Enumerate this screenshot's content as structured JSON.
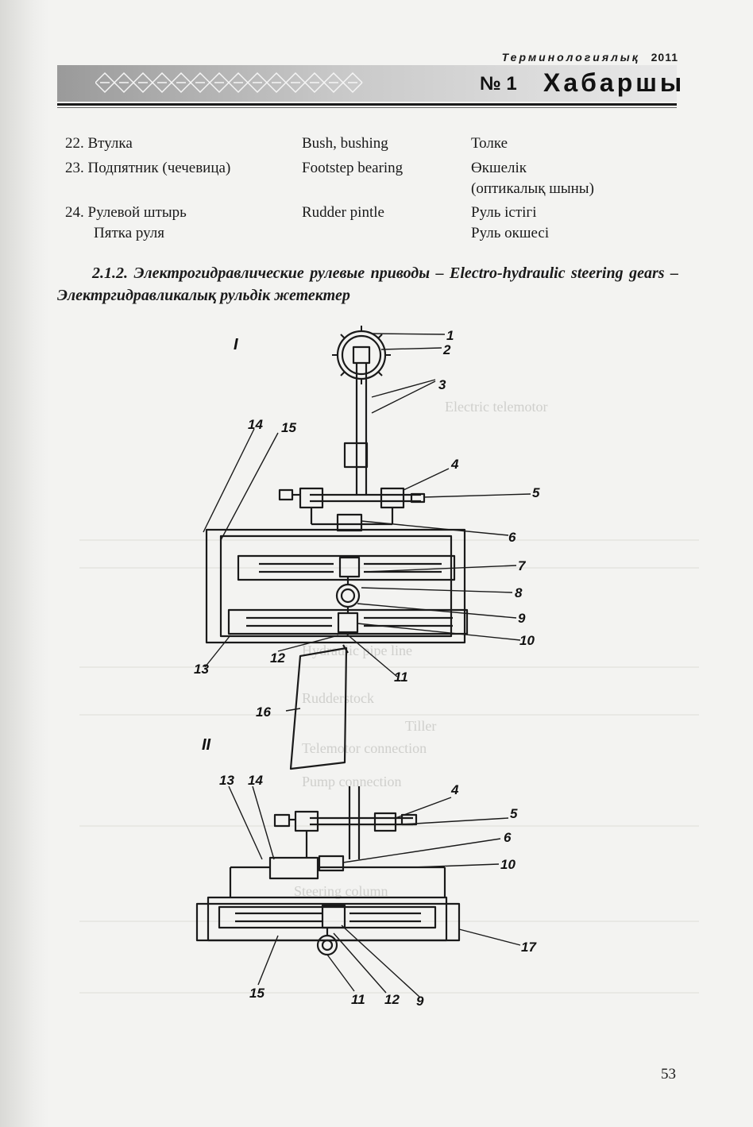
{
  "header": {
    "journal_name": "Терминологиялық",
    "year": "2011",
    "issue": "№ 1",
    "title": "Хабаршы"
  },
  "terms": [
    {
      "ru": "22. Втулка",
      "en": "Bush, bushing",
      "kz": "Толке"
    },
    {
      "ru": "23. Подпятник (чечевица)",
      "en": "Footstep bearing",
      "kz": "Өкшелік",
      "kz2": "(оптикалық шыны)"
    },
    {
      "ru": "24. Рулевой штырь",
      "ru2": "Пятка руля",
      "en": "Rudder pintle",
      "kz": "Руль істігі",
      "kz2": "Руль окшесі"
    }
  ],
  "section_title": "2.1.2. Электрогидравлические рулевые приводы – Electro-hydraulic steering gears – Электргидравликалық рульдік жетектер",
  "diagram": {
    "fig_labels": [
      "I",
      "II"
    ],
    "callouts_top": [
      "1",
      "2",
      "3",
      "14",
      "15",
      "4",
      "5",
      "6",
      "7",
      "8",
      "9",
      "10",
      "11",
      "12",
      "13",
      "16"
    ],
    "callouts_bottom": [
      "13",
      "14",
      "4",
      "5",
      "6",
      "10",
      "17",
      "15",
      "11",
      "12",
      "9"
    ]
  },
  "background_ghost_text": [
    "Steering column",
    "Rudderstock",
    "Tiller",
    "Telemotor connection",
    "Pump connection",
    "Hydraulic pipe line",
    "Electric telemotor"
  ],
  "page_number": "53",
  "colors": {
    "page": "#f3f3f1",
    "ink": "#1a1a1a",
    "banner_dark": "#9a9a9a"
  }
}
